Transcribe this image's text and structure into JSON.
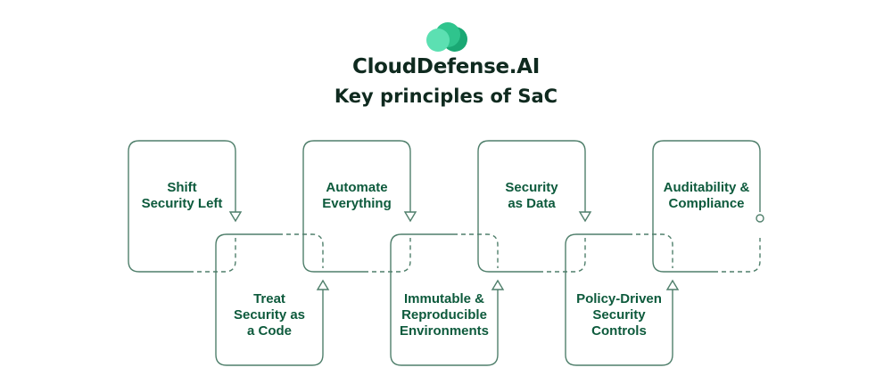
{
  "brand": {
    "name": "CloudDefense.AI",
    "logo_icon": "cloud-icon",
    "colors": {
      "light": "#5ce0b2",
      "mid": "#2fc48d",
      "dark": "#1aa874"
    }
  },
  "title": "Key principles of SaC",
  "colors": {
    "stroke": "#4f7f6b",
    "text": "#0d5a3c"
  },
  "principles": [
    {
      "label": "Shift Security Left",
      "lines": [
        "Shift",
        "Security Left"
      ],
      "row": "top"
    },
    {
      "label": "Treat Security as a Code",
      "lines": [
        "Treat",
        "Security as",
        "a Code"
      ],
      "row": "bottom"
    },
    {
      "label": "Automate Everything",
      "lines": [
        "Automate",
        "Everything"
      ],
      "row": "top"
    },
    {
      "label": "Immutable & Reproducible Environments",
      "lines": [
        "Immutable &",
        "Reproducible",
        "Environments"
      ],
      "row": "bottom"
    },
    {
      "label": "Security as Data",
      "lines": [
        "Security",
        "as Data"
      ],
      "row": "top"
    },
    {
      "label": "Policy-Driven Security Controls",
      "lines": [
        "Policy-Driven",
        "Security",
        "Controls"
      ],
      "row": "bottom"
    },
    {
      "label": "Auditability & Compliance",
      "lines": [
        "Auditability &",
        "Compliance"
      ],
      "row": "top"
    }
  ]
}
